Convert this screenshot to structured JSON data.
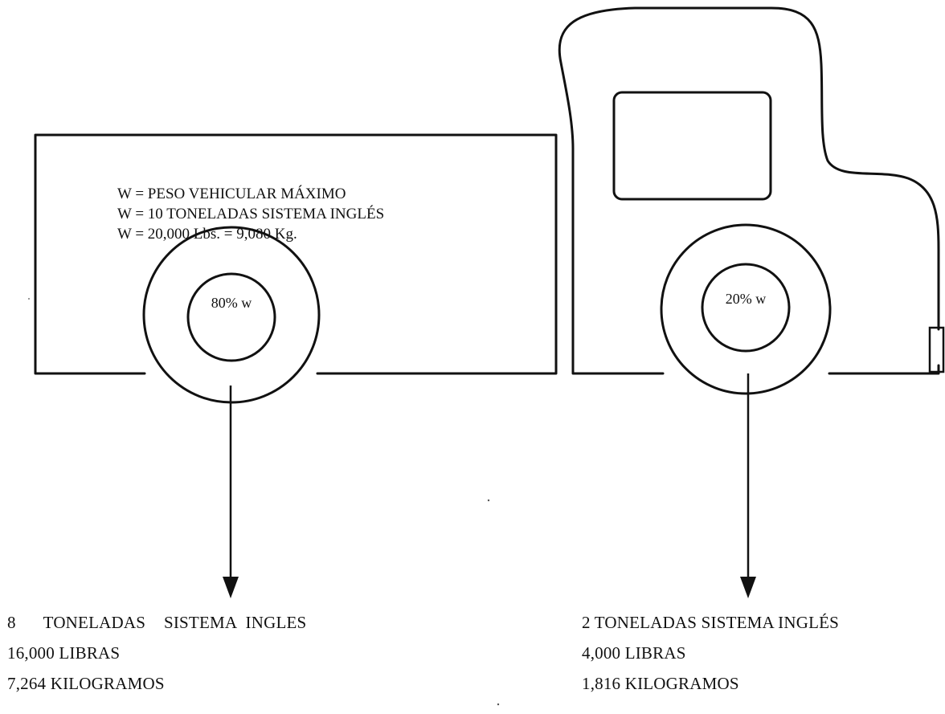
{
  "spec": {
    "line1": "W = PESO VEHICULAR MÁXIMO",
    "line2": "W = 10 TONELADAS SISTEMA INGLÉS",
    "line3": "W = 20,000 Lbs. = 9,080 Kg."
  },
  "rear_axle": {
    "label": "80% w",
    "tons": "8   TONELADAS  SISTEMA INGLES",
    "pounds": "16,000 LIBRAS",
    "kilograms": "7,264 KILOGRAMOS"
  },
  "front_axle": {
    "label": "20% w",
    "tons": "2 TONELADAS SISTEMA INGLÉS",
    "pounds": "4,000 LIBRAS",
    "kilograms": "1,816 KILOGRAMOS"
  }
}
